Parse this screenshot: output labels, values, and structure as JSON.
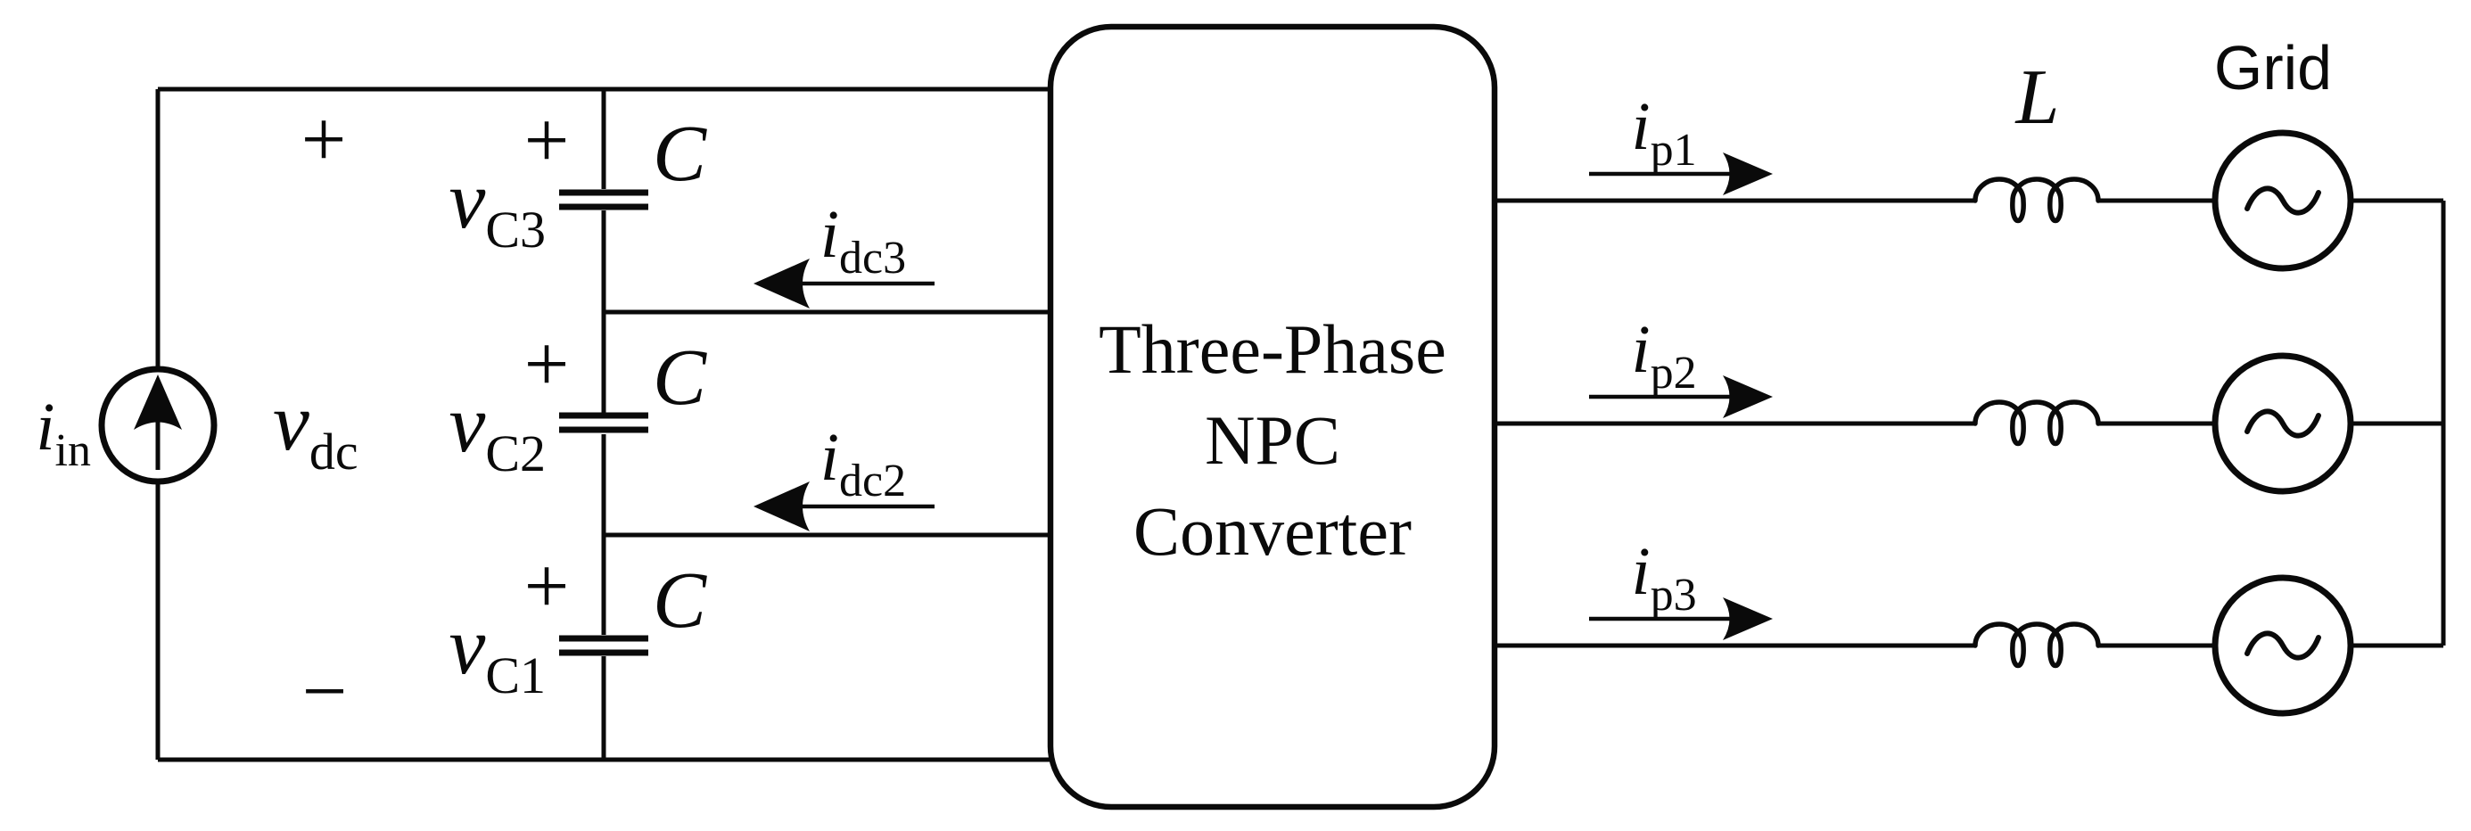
{
  "dc_source": {
    "current_label": {
      "main": "i",
      "sub": "in"
    },
    "voltage_label": {
      "main": "v",
      "sub": "dc"
    },
    "plus": "+",
    "minus": "−"
  },
  "dc_bus": {
    "capacitors": [
      {
        "plus": "+",
        "v_main": "v",
        "v_sub": "C3",
        "symbol": "C"
      },
      {
        "plus": "+",
        "v_main": "v",
        "v_sub": "C2",
        "symbol": "C"
      },
      {
        "plus": "+",
        "v_main": "v",
        "v_sub": "C1",
        "symbol": "C"
      }
    ],
    "neutral_currents": [
      {
        "main": "i",
        "sub": "dc3"
      },
      {
        "main": "i",
        "sub": "dc2"
      }
    ]
  },
  "converter": {
    "line1": "Three-Phase",
    "line2": "NPC",
    "line3": "Converter"
  },
  "ac_side": {
    "phase_currents": [
      {
        "main": "i",
        "sub": "p1"
      },
      {
        "main": "i",
        "sub": "p2"
      },
      {
        "main": "i",
        "sub": "p3"
      }
    ],
    "inductor_label": "L",
    "grid_label": "Grid"
  }
}
